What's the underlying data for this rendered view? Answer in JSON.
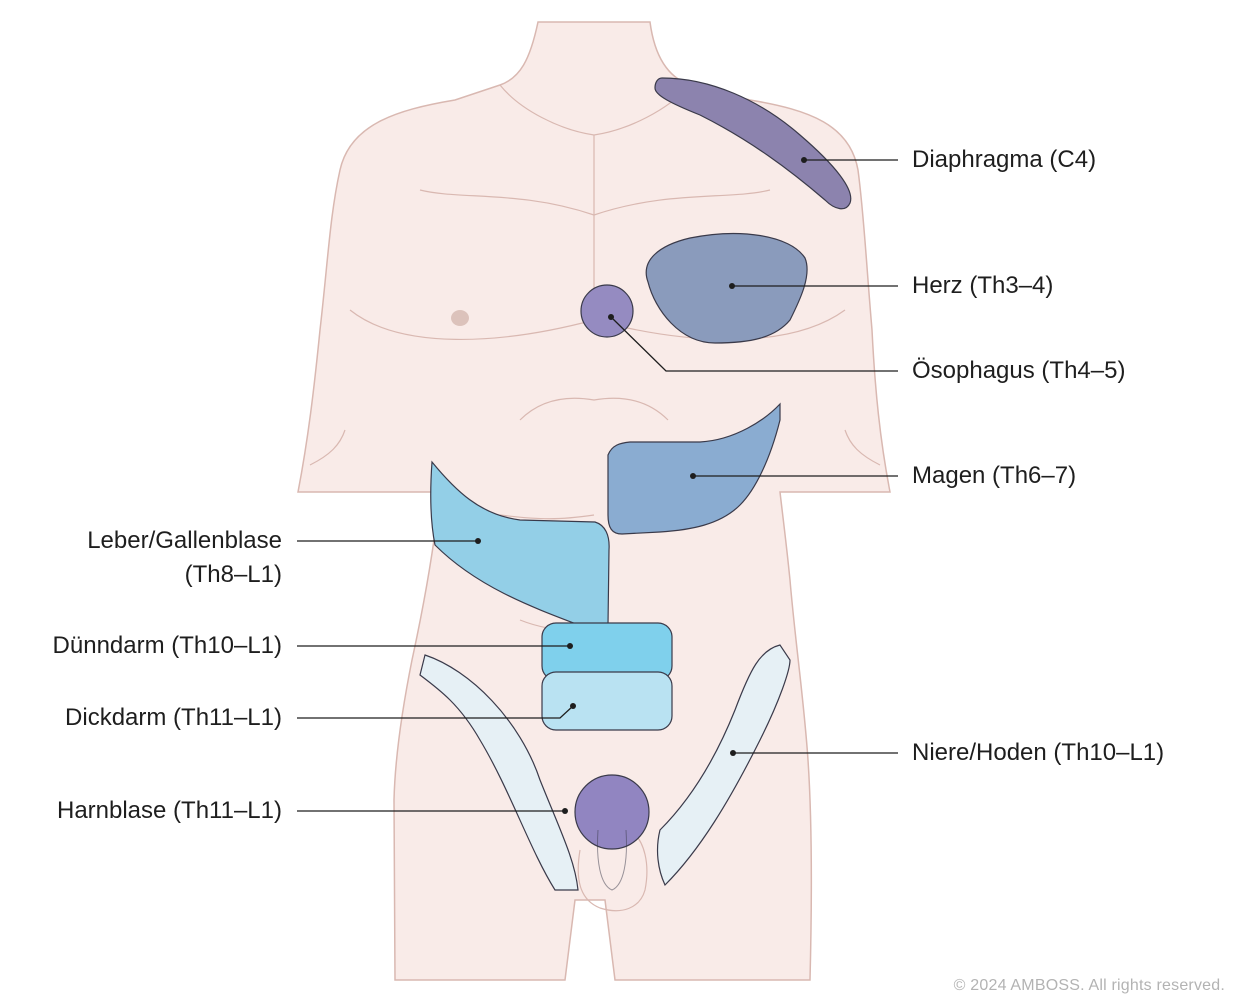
{
  "labels": {
    "diaphragma": "Diaphragma (C4)",
    "herz": "Herz (Th3–4)",
    "oesophagus": "Ösophagus (Th4–5)",
    "magen": "Magen (Th6–7)",
    "leber_line1": "Leber/Gallenblase",
    "leber_line2": "(Th8–L1)",
    "duenndarm": "Dünndarm (Th10–L1)",
    "dickdarm": "Dickdarm (Th11–L1)",
    "harnblase": "Harnblase (Th11–L1)",
    "niere_hoden": "Niere/Hoden (Th10–L1)"
  },
  "copyright": "© 2024 AMBOSS. All rights reserved.",
  "colors": {
    "skin": "#f9ebe8",
    "skin_outline": "#d9b8b1",
    "diaphragma": "#8c83ae",
    "herz": "#8a9bbc",
    "oesophagus": "#958bc1",
    "magen": "#8aacd1",
    "leber": "#93cfe7",
    "duenndarm": "#7fd0ec",
    "dickdarm": "#b9e2f2",
    "harnblase": "#9185c1",
    "niere_hoden": "#e6f0f5",
    "organ_outline": "#3a3a4a",
    "leader_line": "#1e1e1e",
    "copyright_text": "#b3b3b3"
  }
}
